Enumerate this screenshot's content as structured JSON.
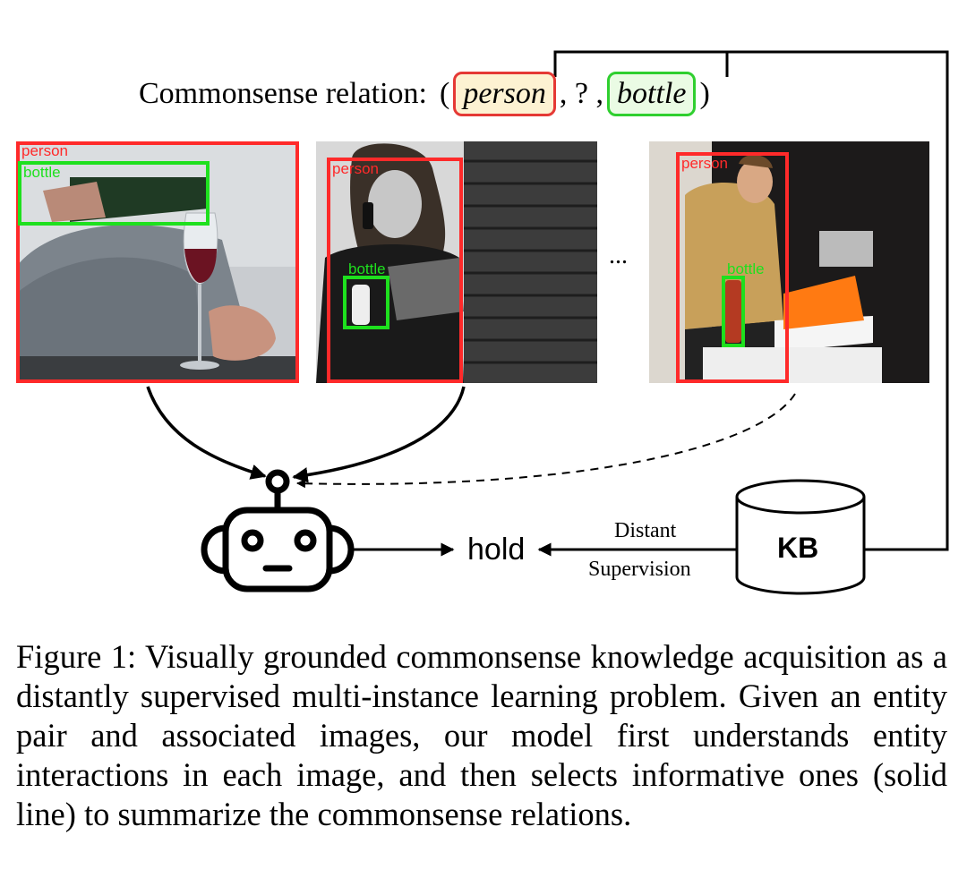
{
  "relation": {
    "prefix": "Commonsense relation:",
    "open": "(",
    "subject": "person",
    "separator": ", ? ,",
    "object": "bottle",
    "close": ")"
  },
  "images": [
    {
      "boxes": [
        {
          "label": "person",
          "color": "red"
        },
        {
          "label": "bottle",
          "color": "green"
        }
      ]
    },
    {
      "boxes": [
        {
          "label": "person",
          "color": "red"
        },
        {
          "label": "bottle",
          "color": "green"
        }
      ]
    },
    {
      "boxes": [
        {
          "label": "person",
          "color": "red"
        },
        {
          "label": "bottle",
          "color": "green"
        }
      ]
    }
  ],
  "ellipsis": "...",
  "output_label": "hold",
  "supervision": {
    "line1": "Distant",
    "line2": "Supervision"
  },
  "kb_label": "KB",
  "caption": "Figure 1: Visually grounded commonsense knowledge acquisition as a distantly supervised multi-instance learning problem. Given an entity pair and associated images, our model first understands entity interactions in each image, and then selects informative ones (solid line) to summarize the commonsense relations."
}
